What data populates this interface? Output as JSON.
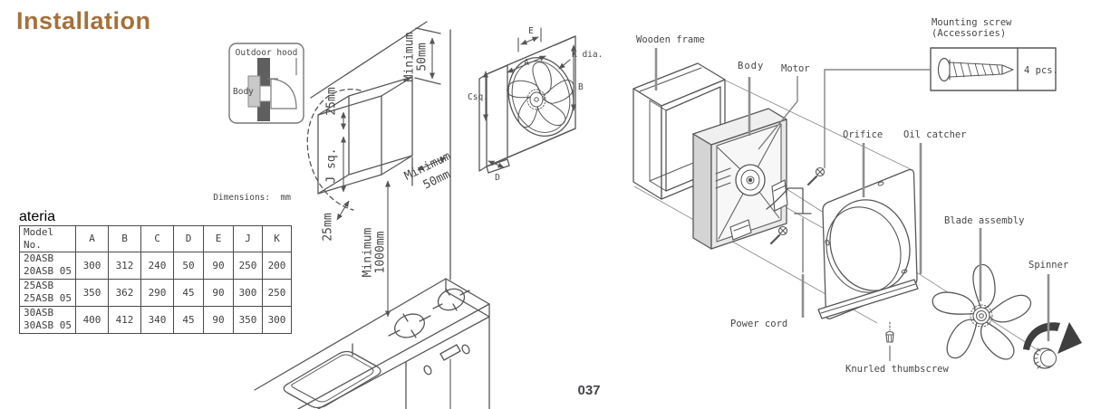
{
  "page": {
    "title": "Installation",
    "page_number": "037"
  },
  "inset": {
    "outdoor_hood_label": "Outdoor hood",
    "body_label": "Body"
  },
  "dimensions_table": {
    "note": "Dimensions:  mm",
    "headers": [
      "Model No.",
      "A",
      "B",
      "C",
      "D",
      "E",
      "J",
      "K"
    ],
    "rows": [
      {
        "model_line1": "20ASB",
        "model_line2": "20ASB 05",
        "values": [
          "300",
          "312",
          "240",
          "50",
          "90",
          "250",
          "200"
        ]
      },
      {
        "model_line1": "25ASB",
        "model_line2": "25ASB 05",
        "values": [
          "350",
          "362",
          "290",
          "45",
          "90",
          "300",
          "250"
        ]
      },
      {
        "model_line1": "30ASB",
        "model_line2": "30ASB 05",
        "values": [
          "400",
          "412",
          "340",
          "45",
          "90",
          "350",
          "300"
        ]
      }
    ]
  },
  "wall_drawing": {
    "min_top": [
      "Minimum",
      "50mm"
    ],
    "gap_top": "25mm",
    "hole_label": "J sq.",
    "gap_bottom": "25mm",
    "min_height": [
      "Minimum",
      "1000mm"
    ],
    "min_side": [
      "Minimum",
      "50mm"
    ]
  },
  "fan_drawing": {
    "dim_e": "E",
    "dim_k": "K dia.",
    "dim_a": "A",
    "dim_b": "B",
    "dim_c": "Csq.",
    "dim_d": "D"
  },
  "exploded_view": {
    "wooden_frame": "Wooden frame",
    "body": "Body",
    "motor": "Motor",
    "mounting_screw": [
      "Mounting screw",
      "(Accessories)"
    ],
    "screw_qty": "4 pcs.",
    "orifice": "Orifice",
    "oil_catcher": "Oil catcher",
    "blade_assembly": "Blade assembly",
    "spinner": "Spinner",
    "power_cord": "Power cord",
    "knurled_thumbscrew": "Knurled thumbscrew"
  }
}
